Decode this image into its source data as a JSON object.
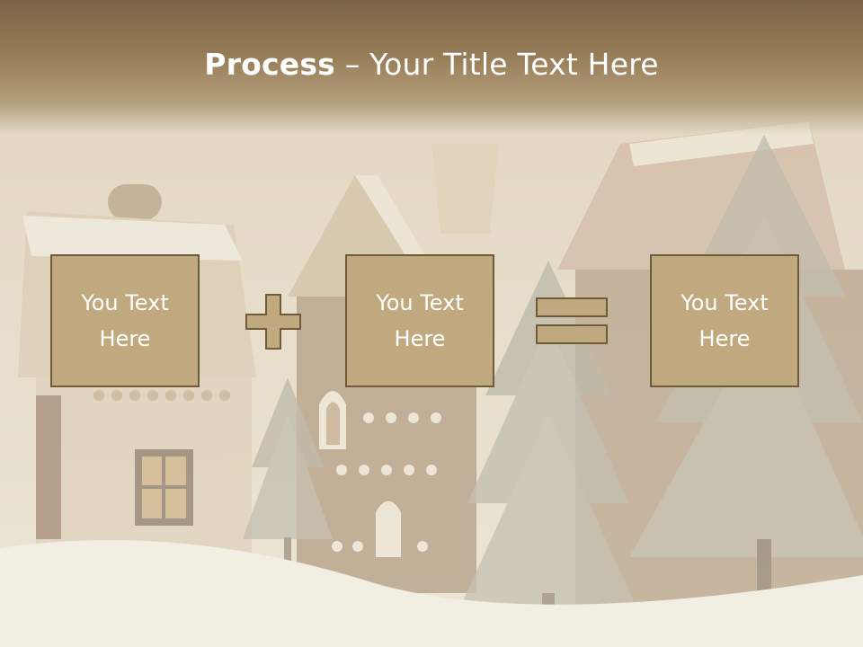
{
  "slide": {
    "title_bold": "Process",
    "title_rest": " – Your Title Text Here",
    "background_scene": "snowy gingerbread houses with frosted pine trees",
    "accent_color": "#c0a97e",
    "border_color": "#6f5a3a"
  },
  "process": {
    "box1": "You Text Here",
    "operator1": "plus-icon",
    "box2": "You Text Here",
    "operator2": "equals-icon",
    "box3": "You Text Here"
  }
}
